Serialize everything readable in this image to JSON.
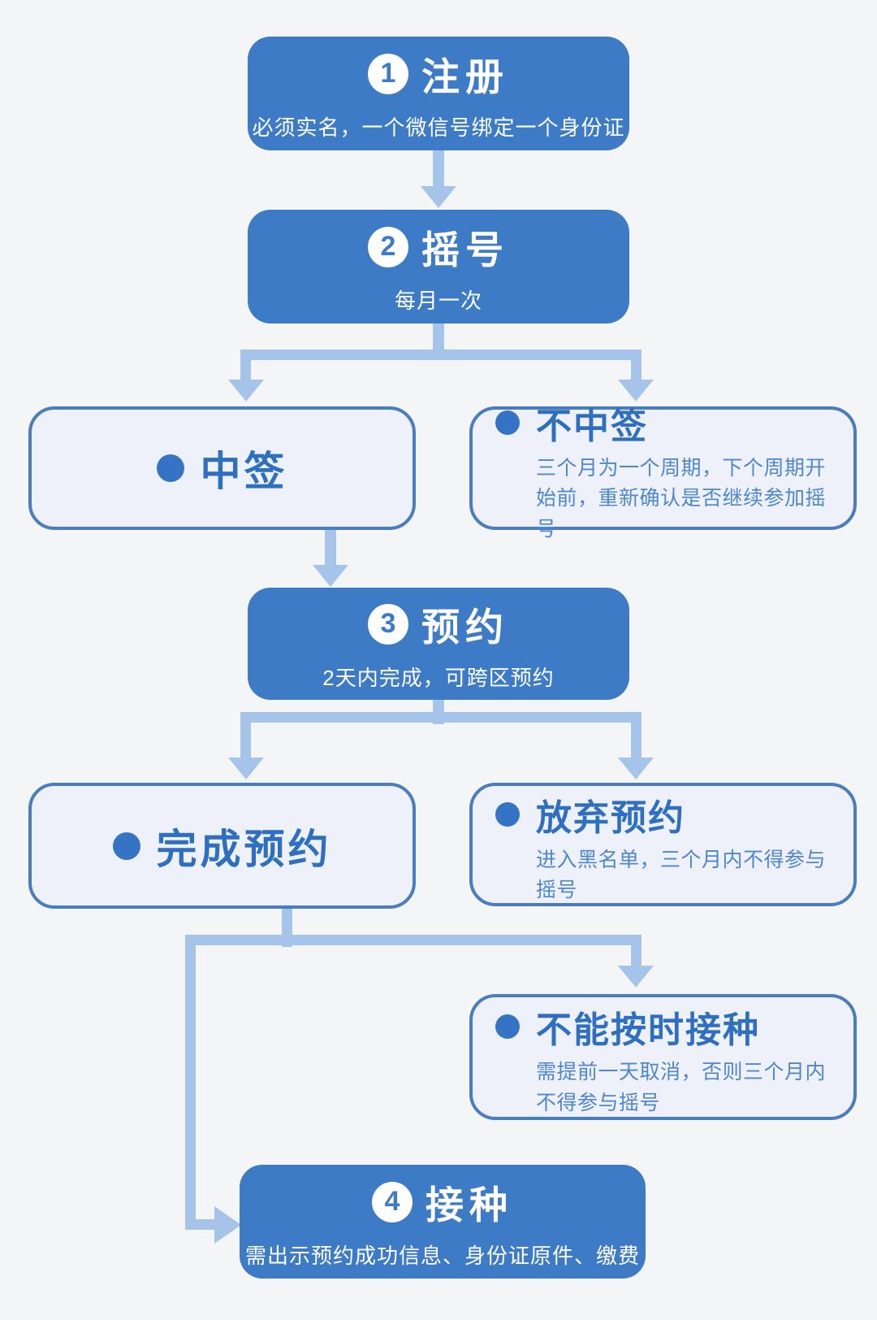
{
  "palette": {
    "background": "#f4f5f7",
    "step_box_blue": "#3d7bc6",
    "light_box_fill": "#eef1f9",
    "light_box_border": "#4a7dbd",
    "title_text_blue": "#2e6fc0",
    "body_text_blue": "#4e87ce",
    "connector_blue": "#a6c4e9",
    "step_text": "#ffffff"
  },
  "steps": [
    {
      "num": "1",
      "title": "注册",
      "subtitle": "必须实名，一个微信号绑定一个身份证"
    },
    {
      "num": "2",
      "title": "摇号",
      "subtitle": "每月一次"
    },
    {
      "num": "3",
      "title": "预约",
      "subtitle": "2天内完成，可跨区预约"
    },
    {
      "num": "4",
      "title": "接种",
      "subtitle": "需出示预约成功信息、身份证原件、缴费"
    }
  ],
  "branches": {
    "win": {
      "title": "中签"
    },
    "lose": {
      "title": "不中签",
      "body": "三个月为一个周期，下个周期开始前，重新确认是否继续参加摇号"
    },
    "booked": {
      "title": "完成预约"
    },
    "abandon": {
      "title": "放弃预约",
      "body": "进入黑名单，三个月内不得参与摇号"
    },
    "cannot_attend": {
      "title": "不能按时接种",
      "body": "需提前一天取消，否则三个月内不得参与摇号"
    }
  }
}
